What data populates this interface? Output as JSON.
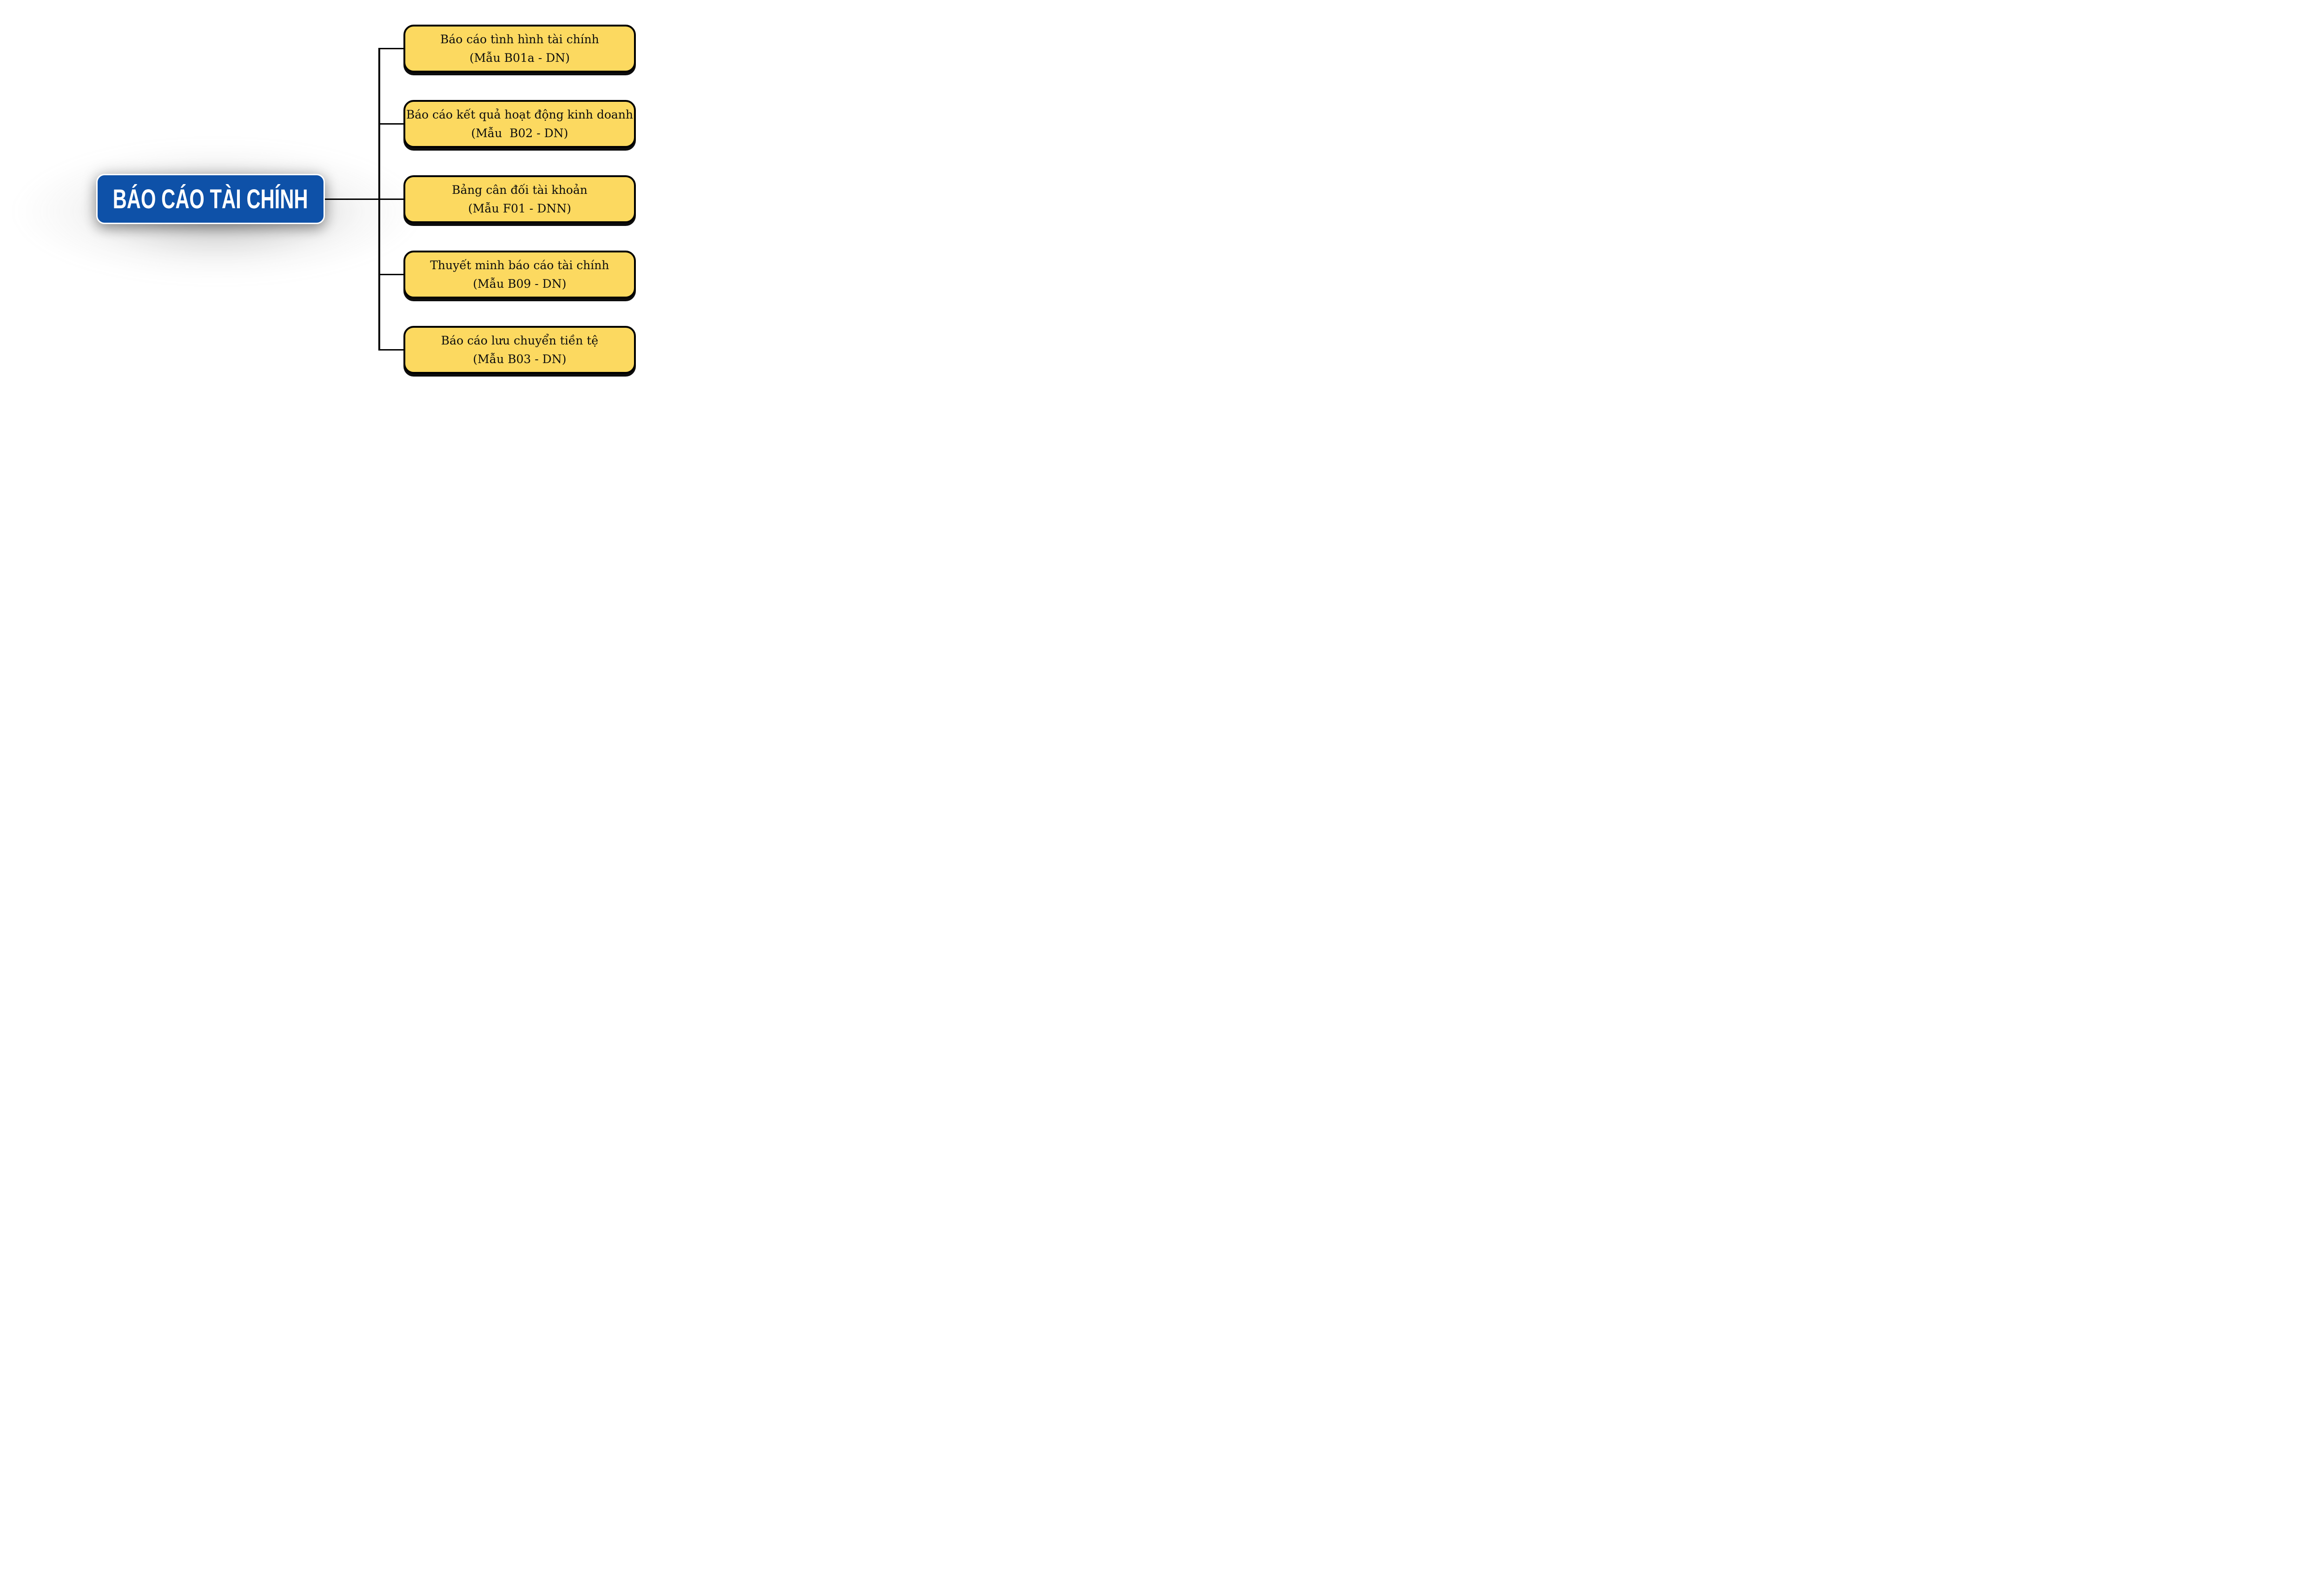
{
  "diagram": {
    "root": {
      "label": "BÁO  CÁO TÀI CHÍNH"
    },
    "nodes": [
      {
        "title": "Báo cáo tình hình tài chính",
        "subtitle": "(Mẫu B01a - DN)"
      },
      {
        "title": "Báo cáo kết quả hoạt động kinh doanh",
        "subtitle": "(Mẫu  B02 - DN)"
      },
      {
        "title": "Bảng cân đối tài khoản",
        "subtitle": "(Mẫu F01 - DNN)"
      },
      {
        "title": "Thuyết minh báo cáo tài chính",
        "subtitle": "(Mẫu B09 - DN)"
      },
      {
        "title": "Báo cáo lưu chuyển tiền tệ",
        "subtitle": "(Mẫu B03 - DN)"
      }
    ],
    "colors": {
      "root_bg": "#0e51a8",
      "node_bg": "#fcd960",
      "line": "#000000",
      "root_text": "#ffffff",
      "node_text": "#0d0d0d"
    }
  }
}
